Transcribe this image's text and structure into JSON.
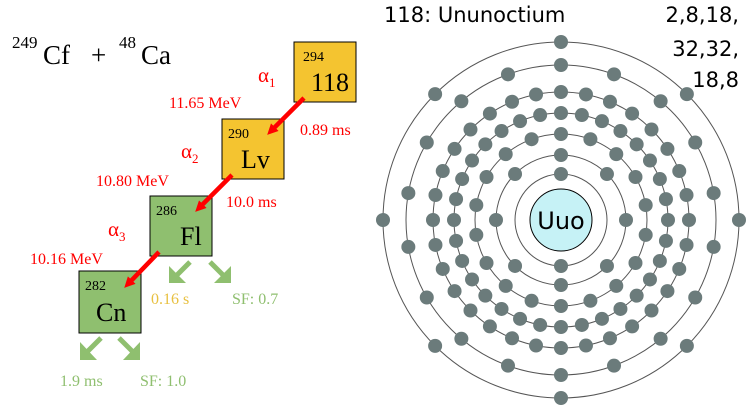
{
  "reaction": {
    "target_mass": "249",
    "target_symbol": "Cf",
    "plus": "+",
    "projectile_mass": "48",
    "projectile_symbol": "Ca"
  },
  "nuclides": [
    {
      "mass": "294",
      "symbol": "118",
      "color": "#f4c430"
    },
    {
      "mass": "290",
      "symbol": "Lv",
      "color": "#f4c430"
    },
    {
      "mass": "286",
      "symbol": "Fl",
      "color": "#8fbf6f"
    },
    {
      "mass": "282",
      "symbol": "Cn",
      "color": "#8fbf6f"
    }
  ],
  "decays": [
    {
      "alpha": "α",
      "sub": "1",
      "energy": "11.65 MeV",
      "halflife": "0.89 ms"
    },
    {
      "alpha": "α",
      "sub": "2",
      "energy": "10.80 MeV",
      "halflife": "10.0 ms"
    },
    {
      "alpha": "α",
      "sub": "3",
      "energy": "10.16 MeV",
      "halflife": ""
    }
  ],
  "fl_branch": {
    "time": "0.16 s",
    "sf": "SF: 0.7"
  },
  "cn_branch": {
    "time": "1.9 ms",
    "sf": "SF: 1.0"
  },
  "atom": {
    "title": "118: Ununoctium",
    "nucleus_label": "Uuo",
    "shell_config_lines": [
      "2,8,18,",
      "32,32,",
      "18,8"
    ],
    "shell_electrons": [
      2,
      8,
      18,
      32,
      32,
      18,
      8
    ]
  },
  "colors": {
    "red": "#ff0000",
    "yellow_box": "#f4c430",
    "green_box": "#8fbf6f",
    "sf_green": "#8fbf6f",
    "fl_time": "#e8c040",
    "electron": "#6b7b7b",
    "nucleus": "#c6f2f6"
  }
}
